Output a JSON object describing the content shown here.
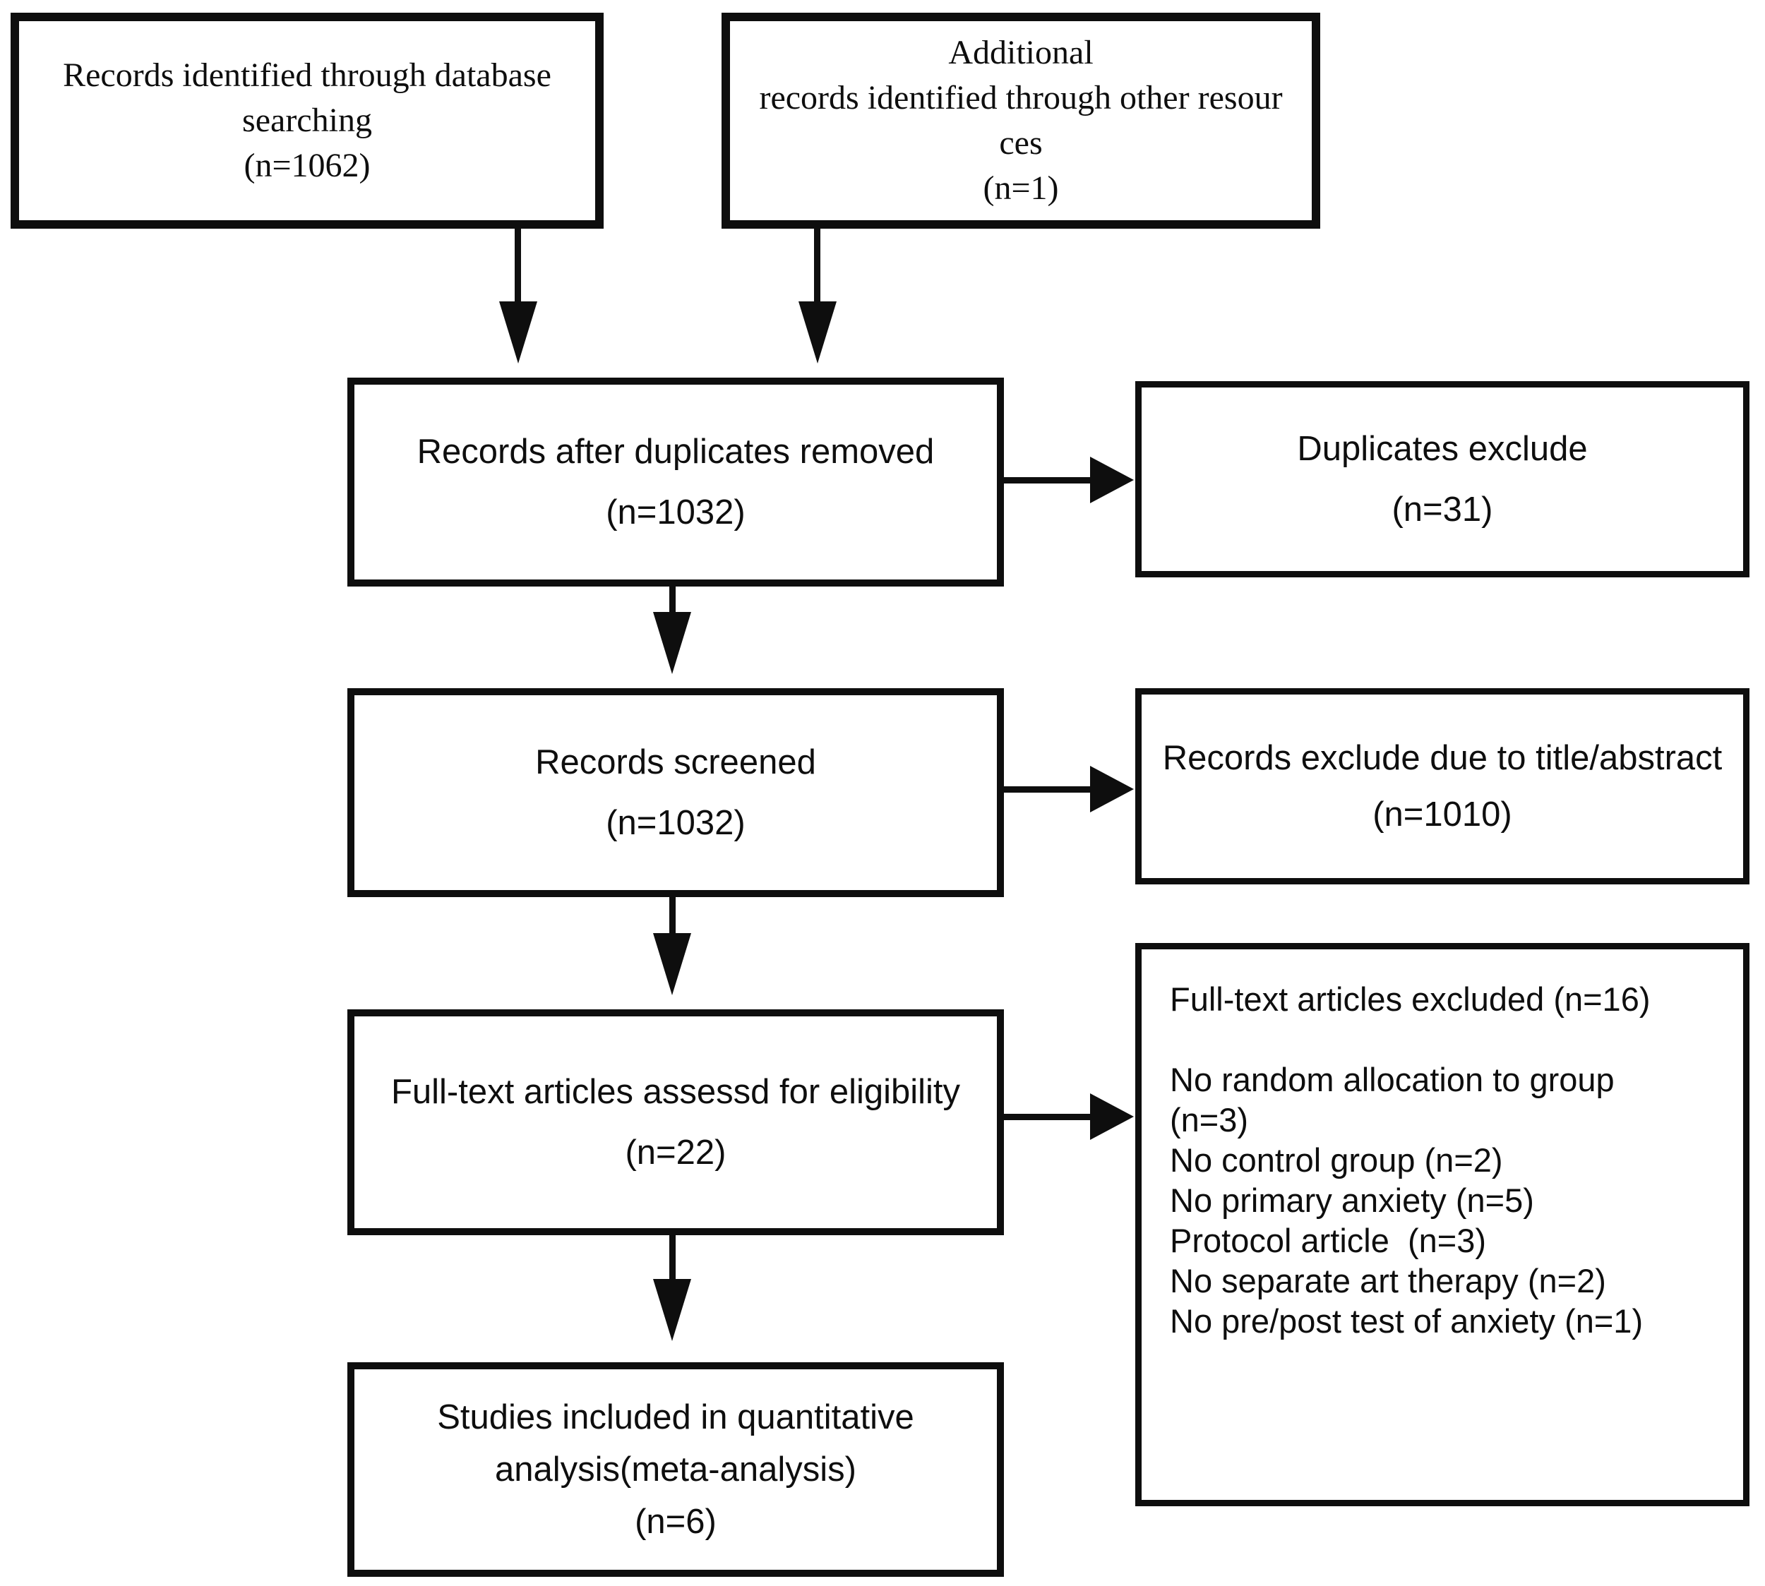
{
  "colors": {
    "ink": "#0e0e0e",
    "background": "#ffffff"
  },
  "nodes": {
    "records_identified_database": {
      "lines": [
        "Records identified through database",
        "searching",
        "(n=1062)"
      ]
    },
    "additional_records_other_sources": {
      "lines": [
        "Additional",
        "records identified through other resour",
        "ces",
        "(n=1)"
      ]
    },
    "records_after_duplicates": {
      "lines": [
        "Records after duplicates removed",
        "(n=1032)"
      ]
    },
    "duplicates_excluded": {
      "lines": [
        "Duplicates exclude",
        "(n=31)"
      ]
    },
    "records_screened": {
      "lines": [
        "Records screened",
        "(n=1032)"
      ]
    },
    "records_excluded_title_abstract": {
      "lines": [
        "Records exclude due to title/abstract",
        "(n=1010)"
      ]
    },
    "fulltext_assessed": {
      "lines": [
        "Full-text articles assessd for eligibility",
        "(n=22)"
      ]
    },
    "fulltext_excluded": {
      "lines": [
        "Full-text articles excluded (n=16)",
        "No random allocation to group",
        "(n=3)",
        "No control group (n=2)",
        "No primary anxiety (n=5)",
        "Protocol article  (n=3)",
        "No separate art therapy (n=2)",
        "No pre/post test of anxiety (n=1)"
      ]
    },
    "studies_included": {
      "lines": [
        "Studies included in quantitative",
        "analysis(meta-analysis)",
        "(n=6)"
      ]
    }
  },
  "edges": [
    {
      "from": "records_identified_database",
      "to": "records_after_duplicates"
    },
    {
      "from": "additional_records_other_sources",
      "to": "records_after_duplicates"
    },
    {
      "from": "records_after_duplicates",
      "to": "duplicates_excluded"
    },
    {
      "from": "records_after_duplicates",
      "to": "records_screened"
    },
    {
      "from": "records_screened",
      "to": "records_excluded_title_abstract"
    },
    {
      "from": "records_screened",
      "to": "fulltext_assessed"
    },
    {
      "from": "fulltext_assessed",
      "to": "fulltext_excluded"
    },
    {
      "from": "fulltext_assessed",
      "to": "studies_included"
    }
  ]
}
